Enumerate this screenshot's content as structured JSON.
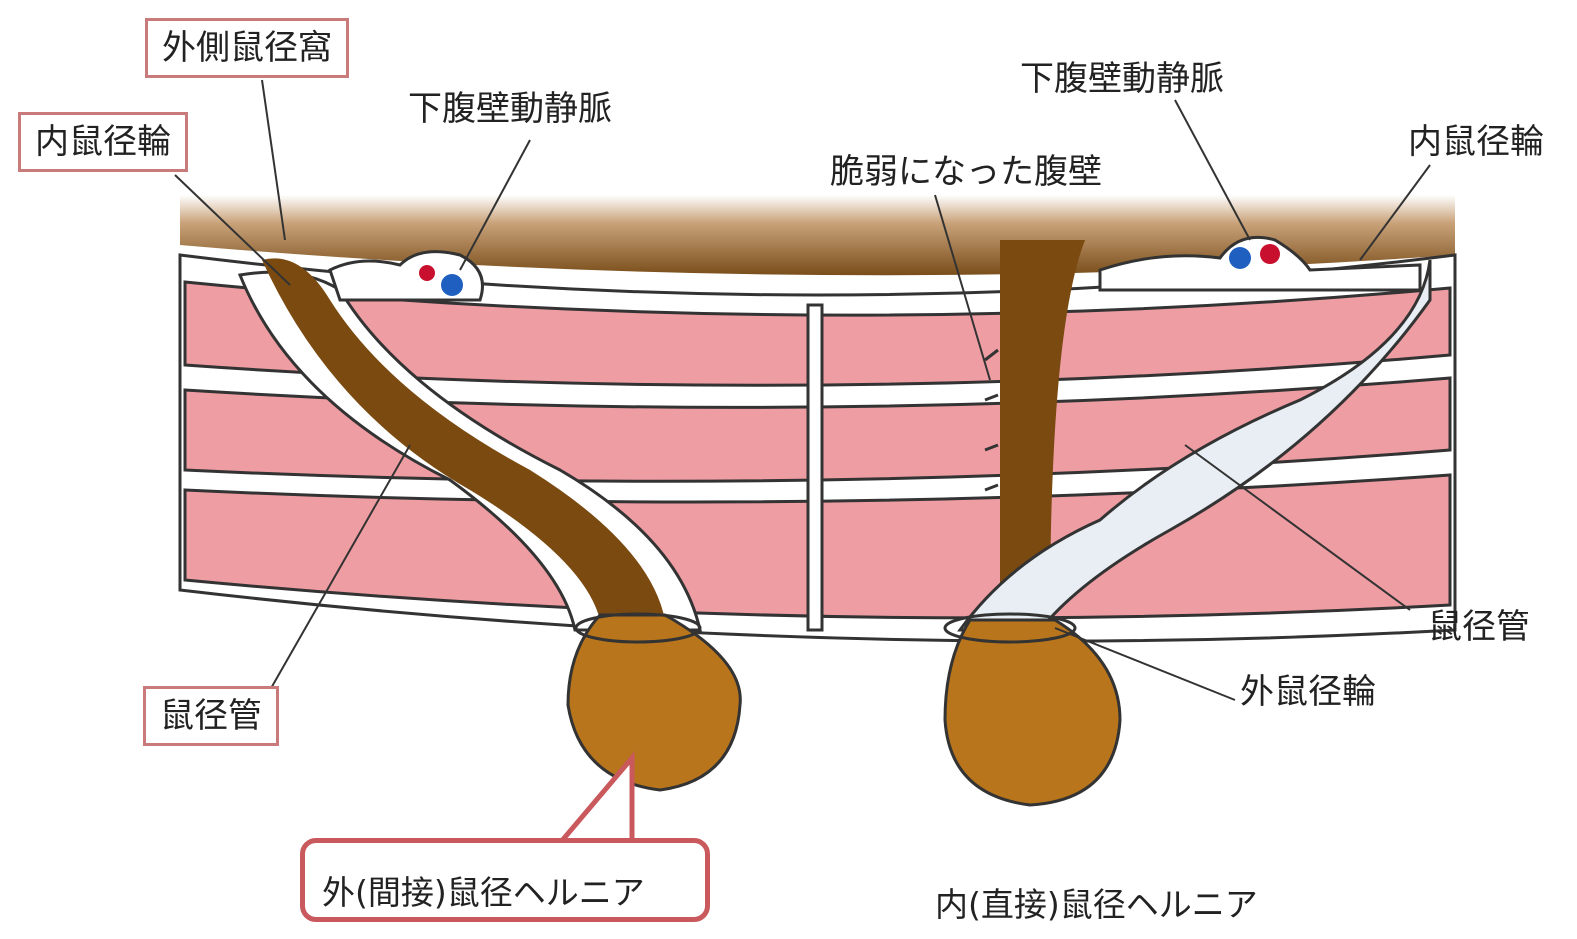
{
  "labels": {
    "lateral_inguinal_fossa": "外側鼠径窩",
    "deep_ring_left": "内鼠径輪",
    "inferior_epigastric_left": "下腹壁動静脈",
    "inguinal_canal_left": "鼠径管",
    "indirect_hernia": "外(間接)鼠径ヘルニア",
    "weak_wall": "脆弱になった腹壁",
    "inferior_epigastric_right": "下腹壁動静脈",
    "deep_ring_right": "内鼠径輪",
    "inguinal_canal_right": "鼠径管",
    "superficial_ring": "外鼠径輪",
    "direct_hernia": "内(直接)鼠径ヘルニア"
  },
  "colors": {
    "muscle": "#ee9da3",
    "fat_gradient_top": "#8a5a1f",
    "peritoneum": "#ffffff",
    "hernia_sac": "#b8751c",
    "hernia_channel": "#7a4a10",
    "artery": "#c8102e",
    "vein": "#1f5fbf",
    "box_border": "#c97a7a",
    "callout_border": "#c9595c"
  }
}
